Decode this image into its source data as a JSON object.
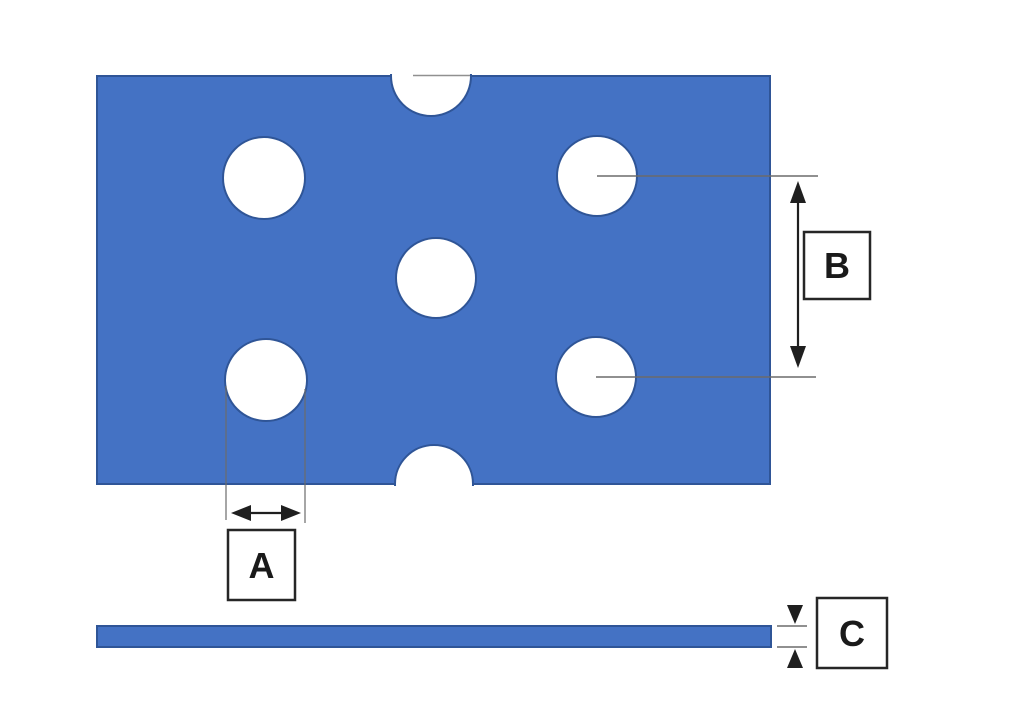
{
  "figure": {
    "type": "engineering-diagram",
    "description": "Perforated plate drawing: top view of a blue plate with staggered round holes and two edge notches, plus a side view strip; dimension callouts A, B and C",
    "labels": {
      "a": "A",
      "b": "B",
      "c": "C"
    }
  },
  "colors": {
    "background": "#ffffff",
    "plate-fill": "#4472C4",
    "plate-stroke": "#2F5597",
    "hole-fill": "#ffffff",
    "dim-line": "#6b6b6b",
    "arrow": "#1f1f1f",
    "label-fill": "#ffffff",
    "label-border": "#262626",
    "label-text": "#1a1a1a",
    "artifact-line": "#909090"
  }
}
